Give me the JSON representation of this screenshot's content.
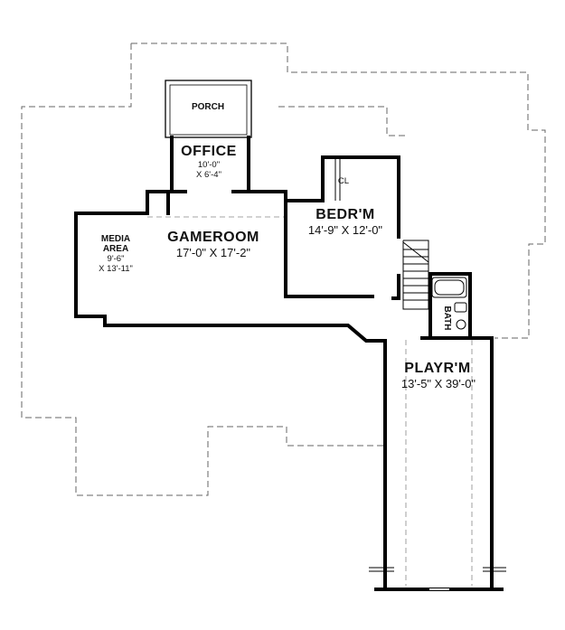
{
  "colors": {
    "wall": "#000000",
    "roof_outline": "#666666",
    "background": "#ffffff"
  },
  "rooms": {
    "porch": {
      "name": "PORCH"
    },
    "office": {
      "name": "OFFICE",
      "dim1": "10'-0\"",
      "dim2": "X 6'-4\""
    },
    "media": {
      "name1": "MEDIA",
      "name2": "AREA",
      "dim1": "9'-6\"",
      "dim2": "X 13'-11\""
    },
    "gameroom": {
      "name": "GAMEROOM",
      "dim": "17'-0\" X 17'-2\""
    },
    "bedroom": {
      "name": "BEDR'M",
      "dim": "14'-9\" X 12'-0\""
    },
    "closet": {
      "name": "CL"
    },
    "bath": {
      "name": "BATH"
    },
    "playroom": {
      "name": "PLAYR'M",
      "dim": "13'-5\" X 39'-0\""
    }
  }
}
